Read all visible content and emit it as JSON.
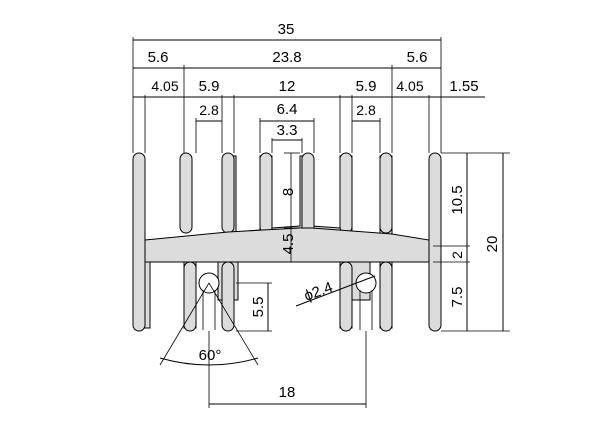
{
  "dimensions": {
    "overall_width": "35",
    "left_edge": "5.6",
    "center_span": "23.8",
    "right_edge": "5.6",
    "left_fin_offset": "4.05",
    "left_gap": "5.9",
    "center_gap": "12",
    "right_gap": "5.9",
    "right_fin_offset": "4.05",
    "fin_thickness": "1.55",
    "left_slot": "2.8",
    "center_outer": "6.4",
    "right_slot": "2.8",
    "center_inner": "3.3",
    "fin_height_center": "8",
    "total_height_upper": "10.5",
    "total_height": "20",
    "web_height": "4.5",
    "web_thickness": "2",
    "lower_height": "7.5",
    "hole_depth": "5.5",
    "hole_diameter": "ϕ2.4",
    "slot_angle": "60°",
    "hole_spacing": "18"
  }
}
